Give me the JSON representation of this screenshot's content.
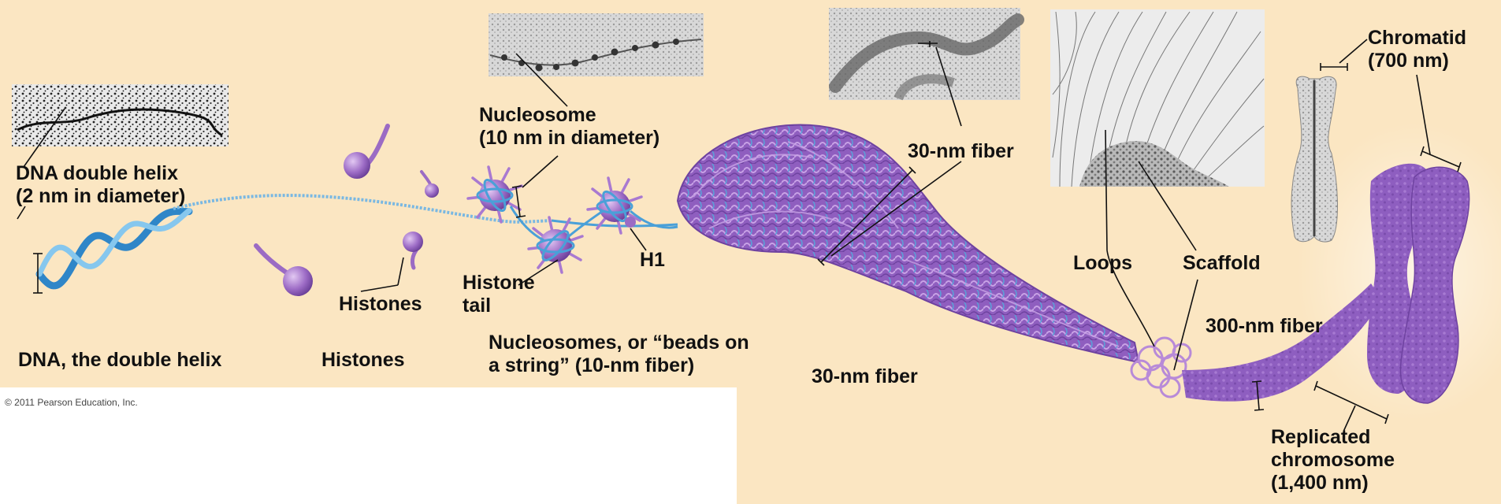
{
  "colors": {
    "background": "#fbe6c2",
    "dna_blue": "#4aa0d8",
    "histone_purple": "#9b6bc4",
    "chromosome_purple": "#8e5ec0"
  },
  "labels": {
    "dna_helix_diameter": "DNA double helix\n(2 nm in diameter)",
    "histones_callout": "Histones",
    "nucleosome_diameter": "Nucleosome\n(10 nm in diameter)",
    "histone_tail": "Histone\ntail",
    "h1": "H1",
    "fiber_30nm_callout": "30-nm fiber",
    "loops": "Loops",
    "scaffold": "Scaffold",
    "fiber_300nm": "300-nm fiber",
    "chromatid": "Chromatid\n(700 nm)",
    "replicated_chromosome": "Replicated\nchromosome\n(1,400 nm)"
  },
  "captions": {
    "dna": "DNA, the double helix",
    "histones": "Histones",
    "nucleosomes": "Nucleosomes, or “beads on\na string” (10-nm fiber)",
    "fiber_30nm": "30-nm fiber"
  },
  "copyright": "© 2011 Pearson Education, Inc."
}
